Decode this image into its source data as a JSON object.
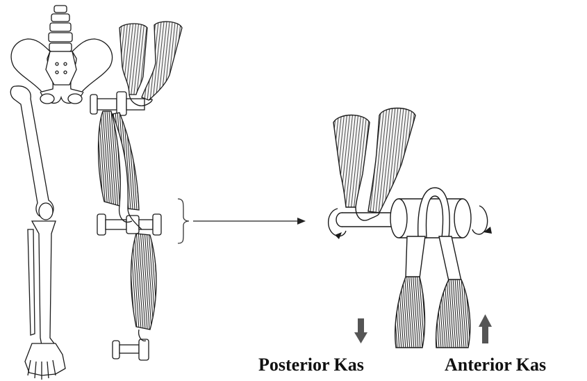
{
  "labels": {
    "posterior": "Posterior Kas",
    "anterior": "Anterior Kas"
  },
  "arrows": {
    "posterior_direction": "down",
    "anterior_direction": "up"
  },
  "colors": {
    "line": "#1a1a1a",
    "arrow": "#555555",
    "muscle_fill": "#f4f4f4",
    "bone_fill": "#ffffff"
  }
}
